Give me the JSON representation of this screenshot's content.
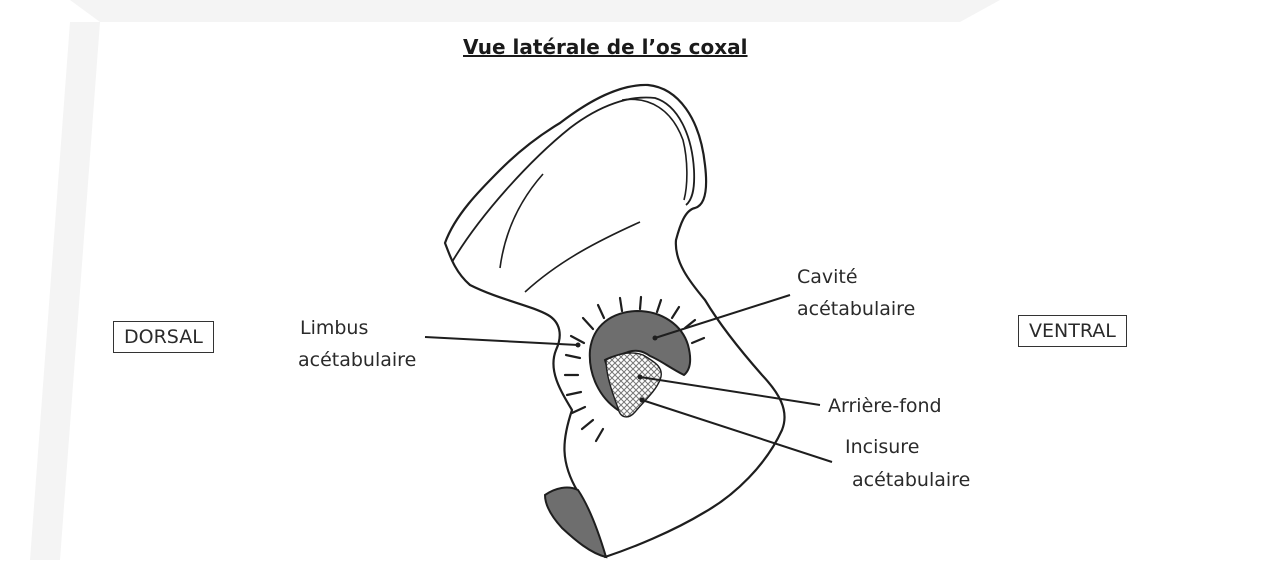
{
  "title": "Vue latérale de l’os coxal",
  "orientation": {
    "left": "DORSAL",
    "right": "VENTRAL"
  },
  "labels": {
    "limbus": {
      "line1": "Limbus",
      "line2": "acétabulaire"
    },
    "cavite": {
      "line1": "Cavité",
      "line2": "acétabulaire"
    },
    "arriere_fond": "Arrière-fond",
    "incisure": {
      "line1": "Incisure",
      "line2": "acétabulaire"
    }
  },
  "colors": {
    "outline": "#1e1e1e",
    "shaded_region": "#6e6e6e",
    "background": "#ffffff"
  }
}
